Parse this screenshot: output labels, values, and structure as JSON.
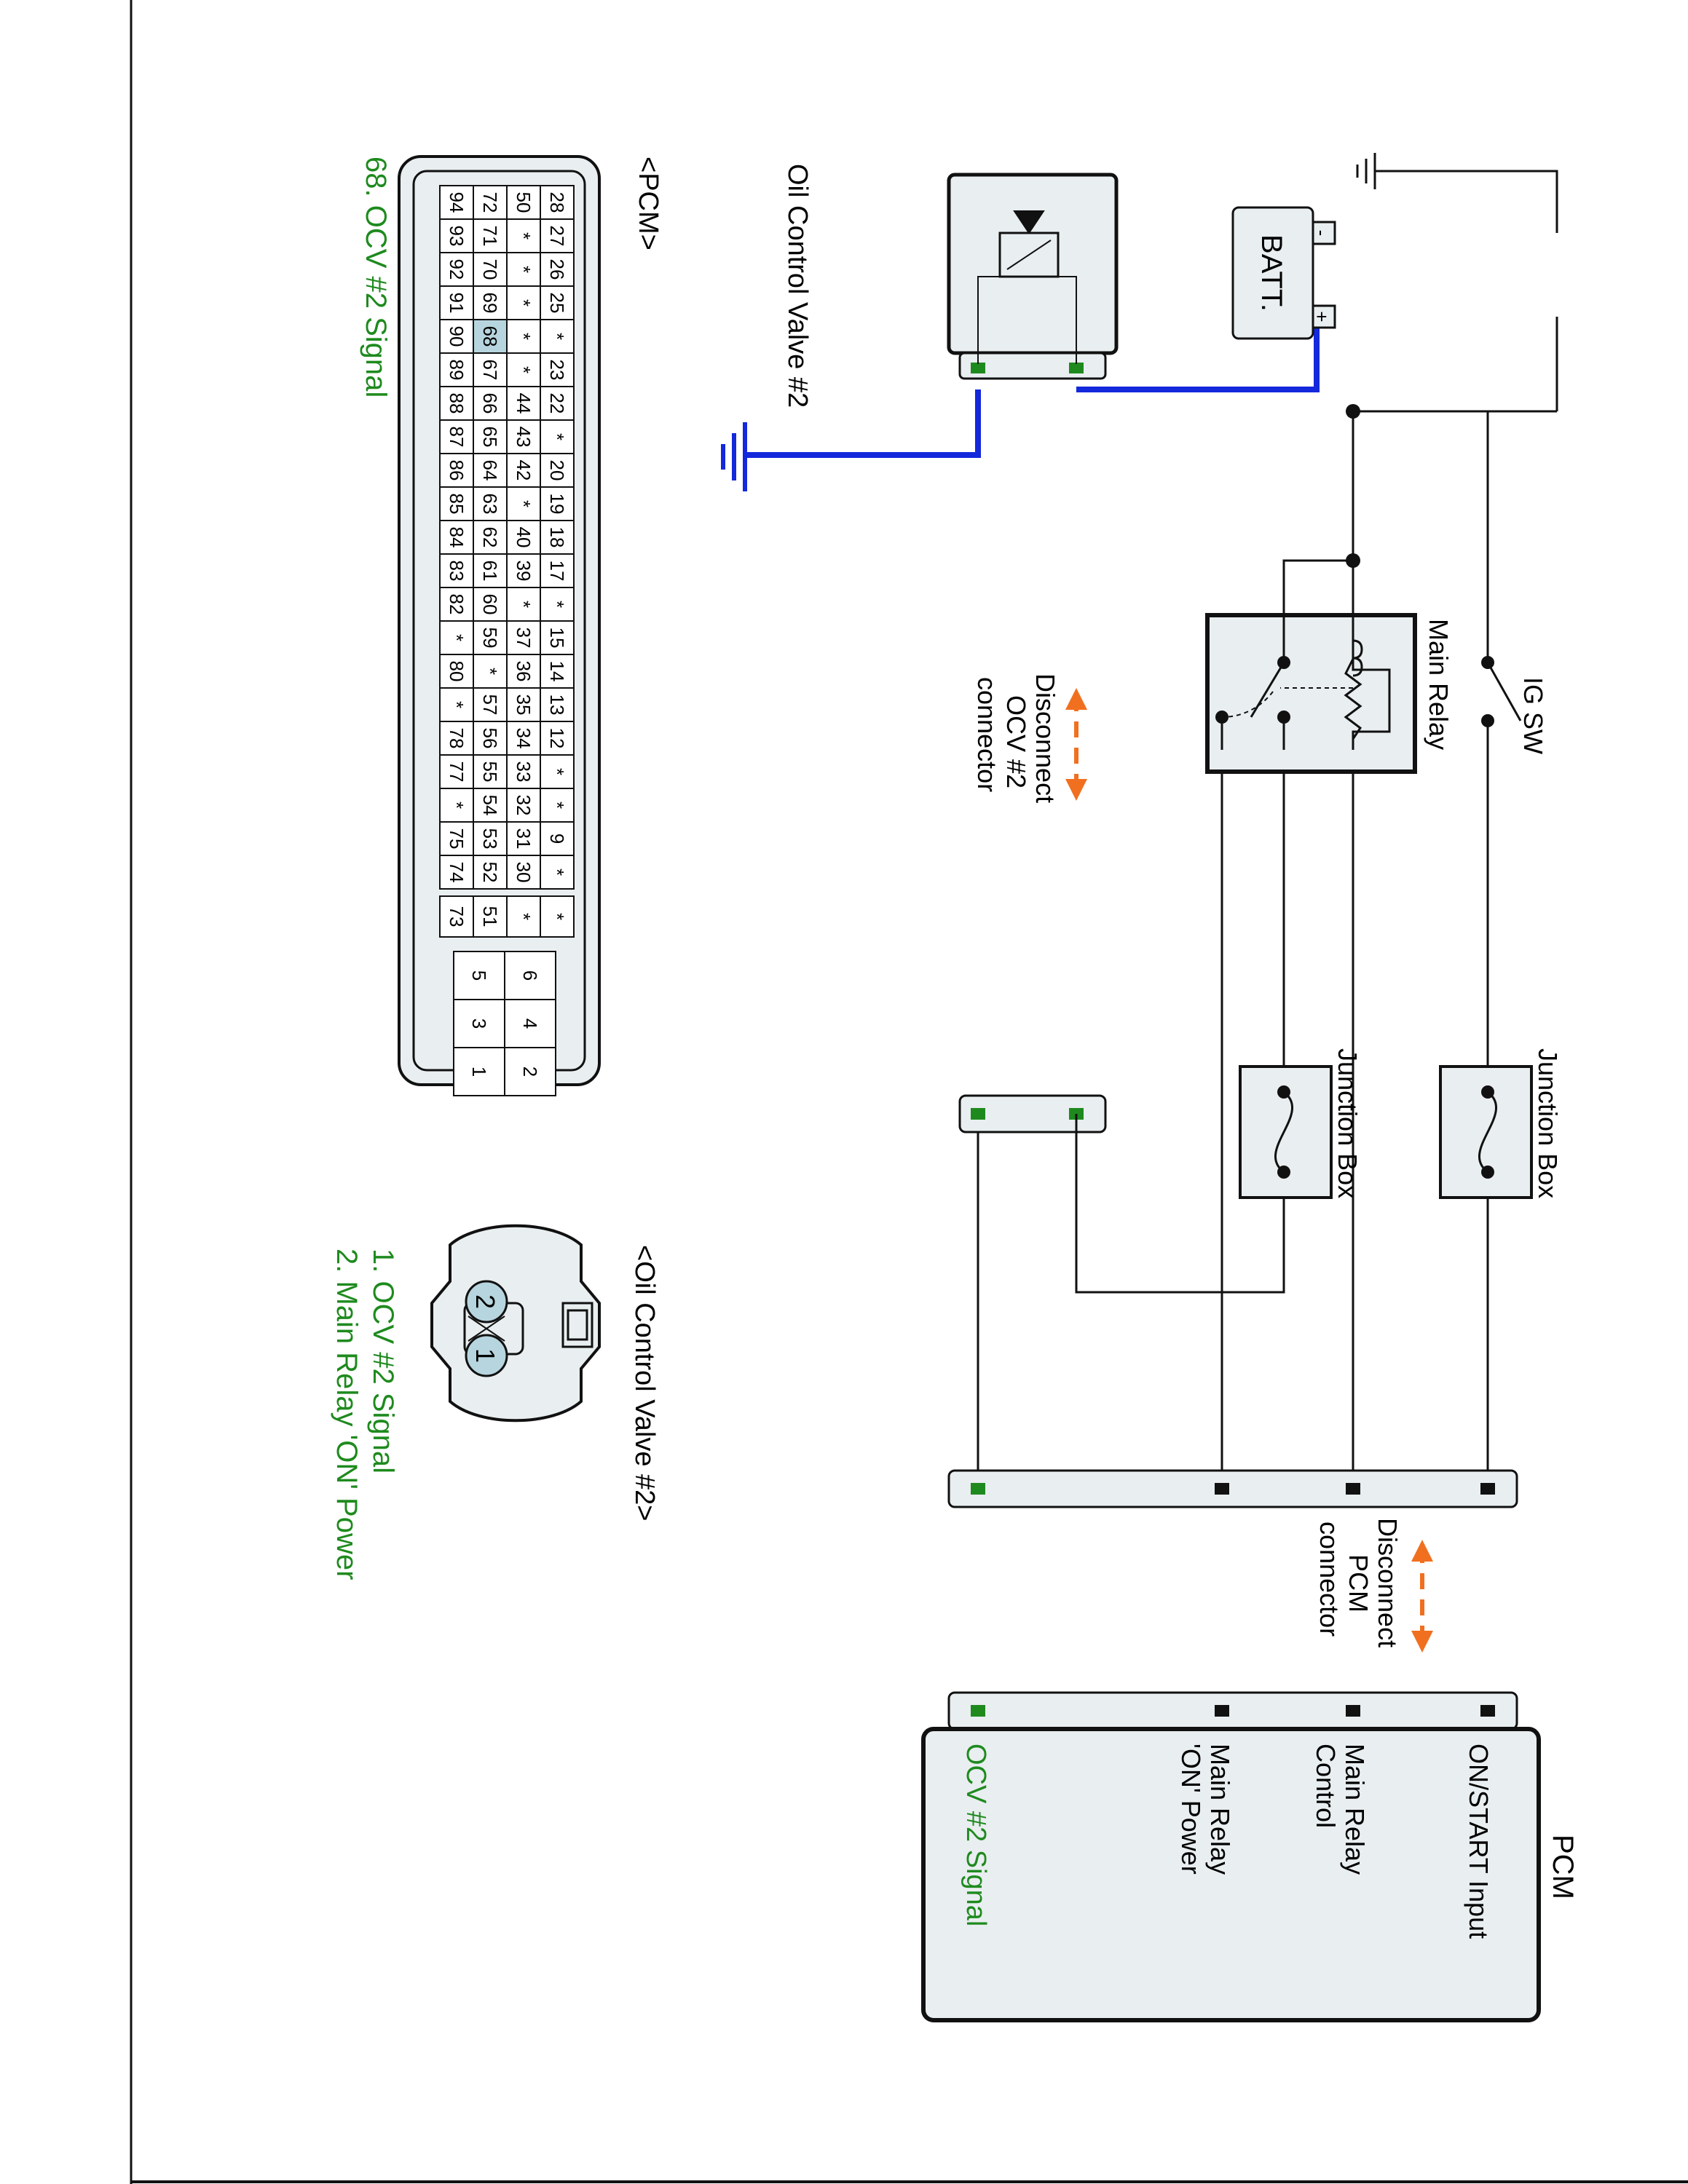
{
  "colors": {
    "wire": "#111111",
    "highlight_wire": "#1428dc",
    "box_fill": "#e9eef0",
    "pin_green": "#1e8a1e",
    "pin_black": "#111111",
    "accent_green": "#1e8a1e",
    "arrow_orange": "#f07020",
    "pin_highlight": "#b7d5de"
  },
  "components": {
    "battery": {
      "label": "BATT.",
      "minus": "-",
      "plus": "+"
    },
    "ig_switch": {
      "label": "IG SW"
    },
    "main_relay": {
      "label": "Main Relay"
    },
    "oil_control_valve": {
      "label": "Oil Control Valve #2"
    },
    "junction_box_1": {
      "label": "Junction Box"
    },
    "junction_box_2": {
      "label": "Junction Box"
    }
  },
  "annotations": {
    "disconnect_ocv": [
      "Disconnect",
      "OCV #2",
      "connector"
    ],
    "disconnect_pcm": [
      "Disconnect",
      "PCM",
      "connector"
    ]
  },
  "pcm": {
    "title": "PCM",
    "terminals": [
      {
        "lines": [
          "ON/START Input"
        ],
        "highlight": false
      },
      {
        "lines": [
          "Main Relay",
          "Control"
        ],
        "highlight": false
      },
      {
        "lines": [
          "Main Relay",
          "'ON' Power"
        ],
        "highlight": false
      },
      {
        "lines": [
          "OCV #2 Signal"
        ],
        "highlight": true
      }
    ]
  },
  "pcm_connector": {
    "title": "<PCM>",
    "caption": "68. OCV #2 Signal",
    "highlight_pin": "68",
    "rows": [
      [
        "94",
        "93",
        "92",
        "91",
        "90",
        "89",
        "88",
        "87",
        "86",
        "85",
        "84",
        "83",
        "82",
        "*",
        "80",
        "*",
        "78",
        "77",
        "*",
        "75",
        "74"
      ],
      [
        "72",
        "71",
        "70",
        "69",
        "68",
        "67",
        "66",
        "65",
        "64",
        "63",
        "62",
        "61",
        "60",
        "59",
        "*",
        "57",
        "56",
        "55",
        "54",
        "53",
        "52"
      ],
      [
        "50",
        "*",
        "*",
        "*",
        "*",
        "*",
        "44",
        "43",
        "42",
        "*",
        "40",
        "39",
        "*",
        "37",
        "36",
        "35",
        "34",
        "33",
        "32",
        "31",
        "30"
      ],
      [
        "28",
        "27",
        "26",
        "25",
        "*",
        "23",
        "22",
        "*",
        "20",
        "19",
        "18",
        "17",
        "*",
        "15",
        "14",
        "13",
        "12",
        "*",
        "*",
        "9",
        "*"
      ]
    ],
    "extra_col": [
      "73",
      "51",
      "*",
      "*"
    ],
    "power_pins": [
      [
        "6",
        "5"
      ],
      [
        "4",
        "3"
      ],
      [
        "2",
        "1"
      ]
    ]
  },
  "ocv_connector": {
    "title": "<Oil Control Valve #2>",
    "pins": [
      "2",
      "1"
    ],
    "legend": [
      "1. OCV #2 Signal",
      "2. Main Relay 'ON' Power"
    ]
  }
}
